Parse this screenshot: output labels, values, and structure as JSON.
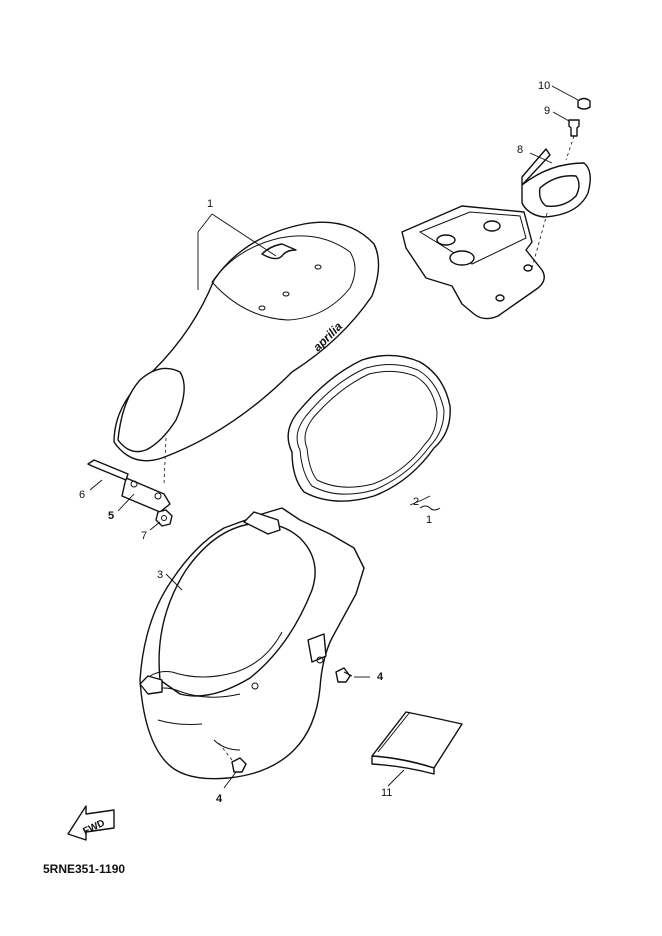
{
  "callouts": {
    "c1": "1",
    "c2": "2",
    "c2_group": "1",
    "c3": "3",
    "c4a": "4",
    "c4b": "4",
    "c5": "5",
    "c6": "6",
    "c7": "7",
    "c8": "8",
    "c9": "9",
    "c10": "10",
    "c11": "11"
  },
  "seat_brand_text": "aprilia",
  "fwd_label": "FWD",
  "diagram_code": "5RNE351-1190"
}
